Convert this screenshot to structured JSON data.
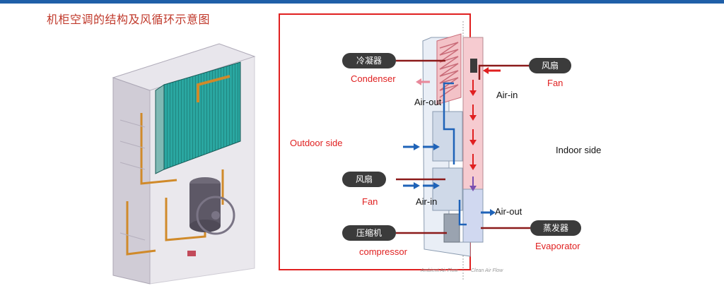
{
  "header": {
    "title": "机柜空调的结构及风循环示意图",
    "accent_color": "#1f5fa8"
  },
  "diagram": {
    "sides": {
      "outdoor": "Outdoor side",
      "indoor": "Indoor side"
    },
    "components": {
      "condenser": {
        "zh": "冷凝器",
        "en": "Condenser"
      },
      "fan_indoor": {
        "zh": "风扇",
        "en": "Fan"
      },
      "fan_outdoor": {
        "zh": "风扇",
        "en": "Fan"
      },
      "compressor": {
        "zh": "压缩机",
        "en": "compressor"
      },
      "evaporator": {
        "zh": "蒸发器",
        "en": "Evaporator"
      }
    },
    "airflow_labels": {
      "outdoor_out": "Air-out",
      "outdoor_in": "Air-in",
      "indoor_in": "Air-in",
      "indoor_out": "Air-out"
    },
    "footer_labels": {
      "ambient": "Ambient Air Flow",
      "clean": "Clean Air Flow"
    },
    "colors": {
      "highlight_frame": "#e02020",
      "hot_flow": "#e02020",
      "cool_flow": "#1f63b8"
    }
  }
}
